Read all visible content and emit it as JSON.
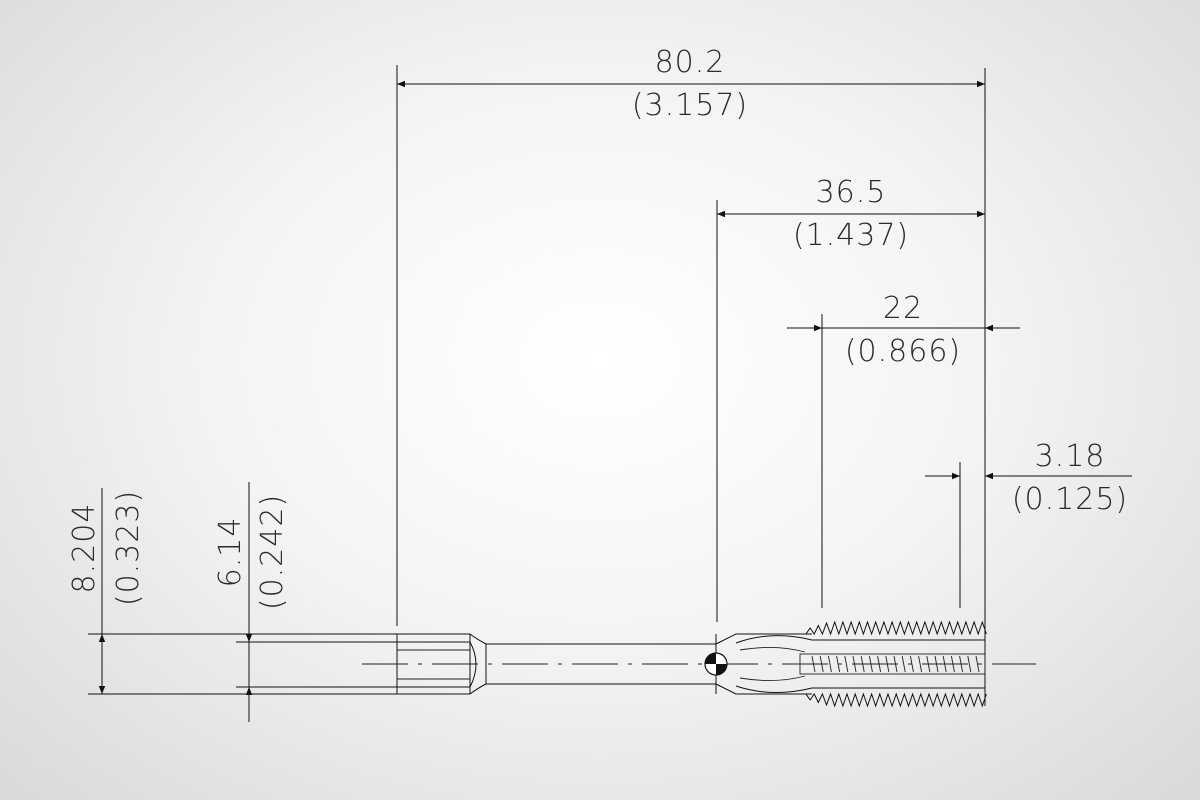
{
  "dimensions": {
    "overall_length": {
      "value": "80.2",
      "inch": "(3.157)"
    },
    "thread_section": {
      "value": "36.5",
      "inch": "(1.437)"
    },
    "thread_length": {
      "value": "22",
      "inch": "(0.866)"
    },
    "chamfer": {
      "value": "3.18",
      "inch": "(0.125)"
    },
    "shank_diameter": {
      "value": "8.204",
      "inch": "(0.323)"
    },
    "square_size": {
      "value": "6.14",
      "inch": "(0.242)"
    }
  },
  "colors": {
    "line": "#111111",
    "text": "#2b2b2b",
    "background": "#f4f4f4"
  }
}
